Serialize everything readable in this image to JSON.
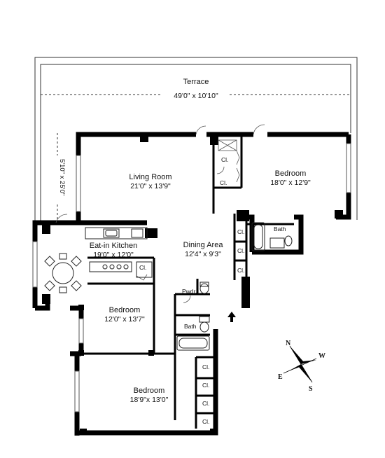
{
  "rooms": {
    "terrace": {
      "name": "Terrace",
      "dim": "49'0\" x 10'10\""
    },
    "living": {
      "name": "Living Room",
      "dim": "21'0\" x 13'9\""
    },
    "bedroom1": {
      "name": "Bedroom",
      "dim": "18'0\" x 12'9\""
    },
    "dining": {
      "name": "Dining Area",
      "dim": "12'4\" x 9'3\""
    },
    "kitchen": {
      "name": "Eat-in Kitchen",
      "dim": "19'0\" x 12'0\""
    },
    "bedroom2": {
      "name": "Bedroom",
      "dim": "12'0\" x 13'7\""
    },
    "bedroom3": {
      "name": "Bedroom",
      "dim": "18'9\"x 13'0\""
    }
  },
  "terrace_side_dim": "5'10\" x 25'0\"",
  "closet_label": "Cl.",
  "bath_label": "Bath",
  "powder_label": "Pwdr.",
  "compass": {
    "n": "N",
    "w": "W",
    "e": "E",
    "s": "S"
  }
}
